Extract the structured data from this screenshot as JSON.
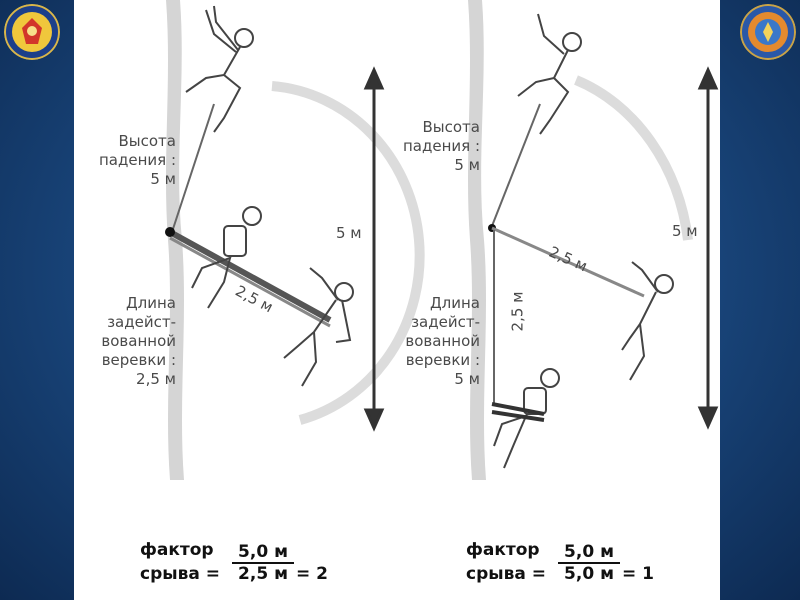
{
  "left_panel": {
    "fall_height_label": [
      "Высота",
      "падения :",
      "5 м"
    ],
    "used_rope_label": [
      "Длина",
      "задейст-",
      "вованной",
      "веревки :",
      "2,5 м"
    ],
    "rope_segment_label": "2,5 м",
    "total_height_label": "5 м",
    "formula": {
      "word1": "фактор",
      "word2": "срыва =",
      "numerator": "5,0 м",
      "denominator": "2,5 м",
      "result": "= 2"
    }
  },
  "right_panel": {
    "fall_height_label": [
      "Высота",
      "падения :",
      "5 м"
    ],
    "used_rope_label": [
      "Длина",
      "задейст-",
      "вованной",
      "веревки :",
      "5 м"
    ],
    "rope_segment_label": "2,5 м",
    "vertical_segment_label": "2,5 м",
    "total_height_label": "5 м",
    "formula": {
      "word1": "фактор",
      "word2": "срыва =",
      "numerator": "5,0 м",
      "denominator": "5,0 м",
      "result": "= 1"
    }
  }
}
